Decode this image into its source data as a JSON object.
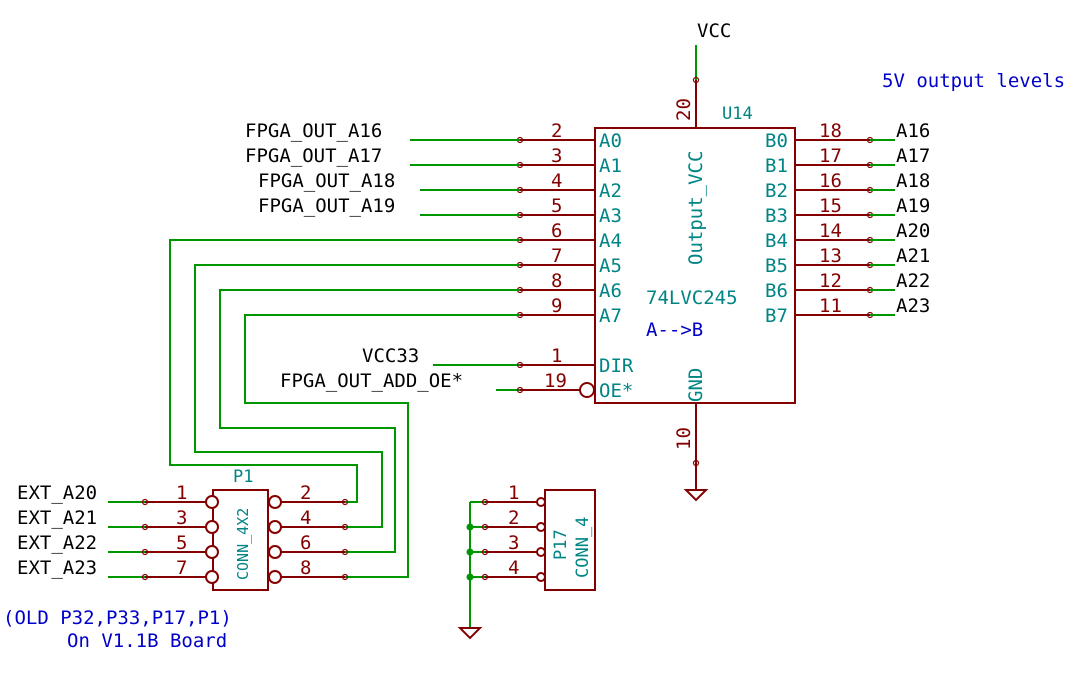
{
  "power": {
    "vcc_label": "VCC",
    "vcc33_label": "VCC33"
  },
  "notes": {
    "output_levels": "5V output levels",
    "direction": "A-->B",
    "old_parts_line1": "(OLD P32,P33,P17,P1)",
    "old_parts_line2": "On  V1.1B Board"
  },
  "u14": {
    "ref": "U14",
    "value": "74LVC245",
    "vcc_pin_name": "Output_VCC",
    "gnd_pin_name": "GND",
    "vcc_pin_num": "20",
    "gnd_pin_num": "10",
    "left_pins": [
      {
        "num": "2",
        "name": "A0",
        "net": "FPGA_OUT_A16"
      },
      {
        "num": "3",
        "name": "A1",
        "net": "FPGA_OUT_A17"
      },
      {
        "num": "4",
        "name": "A2",
        "net": "FPGA_OUT_A18"
      },
      {
        "num": "5",
        "name": "A3",
        "net": "FPGA_OUT_A19"
      },
      {
        "num": "6",
        "name": "A4",
        "net": ""
      },
      {
        "num": "7",
        "name": "A5",
        "net": ""
      },
      {
        "num": "8",
        "name": "A6",
        "net": ""
      },
      {
        "num": "9",
        "name": "A7",
        "net": ""
      }
    ],
    "dir_pin": {
      "num": "1",
      "name": "DIR",
      "net": "VCC33"
    },
    "oe_pin": {
      "num": "19",
      "name": "OE*",
      "net": "FPGA_OUT_ADD_OE*"
    },
    "right_pins": [
      {
        "num": "18",
        "name": "B0",
        "net": "A16"
      },
      {
        "num": "17",
        "name": "B1",
        "net": "A17"
      },
      {
        "num": "16",
        "name": "B2",
        "net": "A18"
      },
      {
        "num": "15",
        "name": "B3",
        "net": "A19"
      },
      {
        "num": "14",
        "name": "B4",
        "net": "A20"
      },
      {
        "num": "13",
        "name": "B5",
        "net": "A21"
      },
      {
        "num": "12",
        "name": "B6",
        "net": "A22"
      },
      {
        "num": "11",
        "name": "B7",
        "net": "A23"
      }
    ]
  },
  "p1": {
    "ref": "P1",
    "value": "CONN_4X2",
    "left_pins": [
      {
        "num": "1",
        "net": "EXT_A20"
      },
      {
        "num": "3",
        "net": "EXT_A21"
      },
      {
        "num": "5",
        "net": "EXT_A22"
      },
      {
        "num": "7",
        "net": "EXT_A23"
      }
    ],
    "right_pins": [
      {
        "num": "2"
      },
      {
        "num": "4"
      },
      {
        "num": "6"
      },
      {
        "num": "8"
      }
    ]
  },
  "p17": {
    "ref": "P17",
    "value": "CONN_4",
    "pins": [
      {
        "num": "1"
      },
      {
        "num": "2"
      },
      {
        "num": "3"
      },
      {
        "num": "4"
      }
    ]
  }
}
